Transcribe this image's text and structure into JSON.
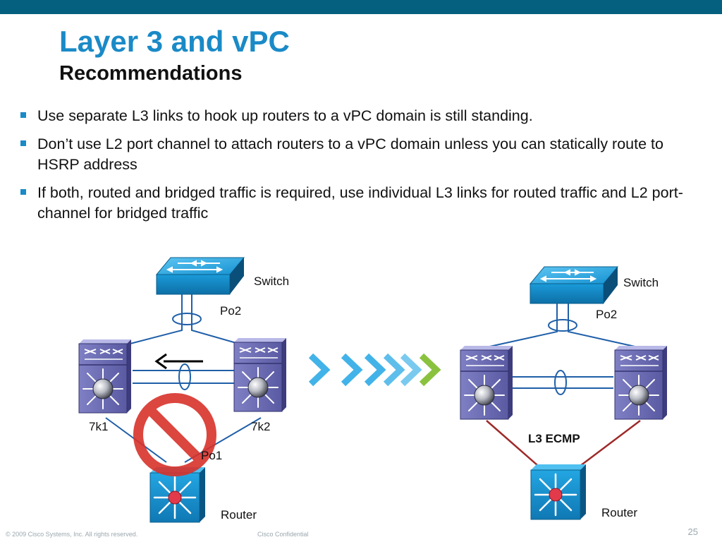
{
  "slide": {
    "title": "Layer 3 and vPC",
    "subtitle": "Recommendations",
    "bullets": [
      "Use separate L3 links to hook up routers to a vPC domain is still standing.",
      "Don’t use L2 port channel to attach routers to a vPC domain unless you can statically route to HSRP address",
      "If both, routed and bridged traffic is required, use individual L3 links for routed traffic and L2 port-channel for bridged traffic"
    ]
  },
  "diagram_left": {
    "switch_label": "Switch",
    "po2_label": "Po2",
    "peer1_label": "7k1",
    "peer2_label": "7k2",
    "po1_label": "Po1",
    "router_label": "Router",
    "prohibited_icon": "no-entry-icon",
    "arrow_icon": "arrow-left-icon"
  },
  "diagram_right": {
    "switch_label": "Switch",
    "po2_label": "Po2",
    "ecmp_label": "L3 ECMP",
    "router_label": "Router"
  },
  "transition_icon": "chevron-arrows-icon",
  "colors": {
    "top_bar": "#05607f",
    "title": "#1a8ac7",
    "link_blue": "#1f5fa8",
    "l3_link": "#9e2a2a",
    "prohibited": "#d8322b",
    "chevron_blue": "#42b3e8",
    "chevron_green": "#8ac23f"
  },
  "footer": {
    "copyright": "© 2009 Cisco Systems, Inc. All rights reserved.",
    "confidential": "Cisco Confidential",
    "page_number": "25"
  }
}
